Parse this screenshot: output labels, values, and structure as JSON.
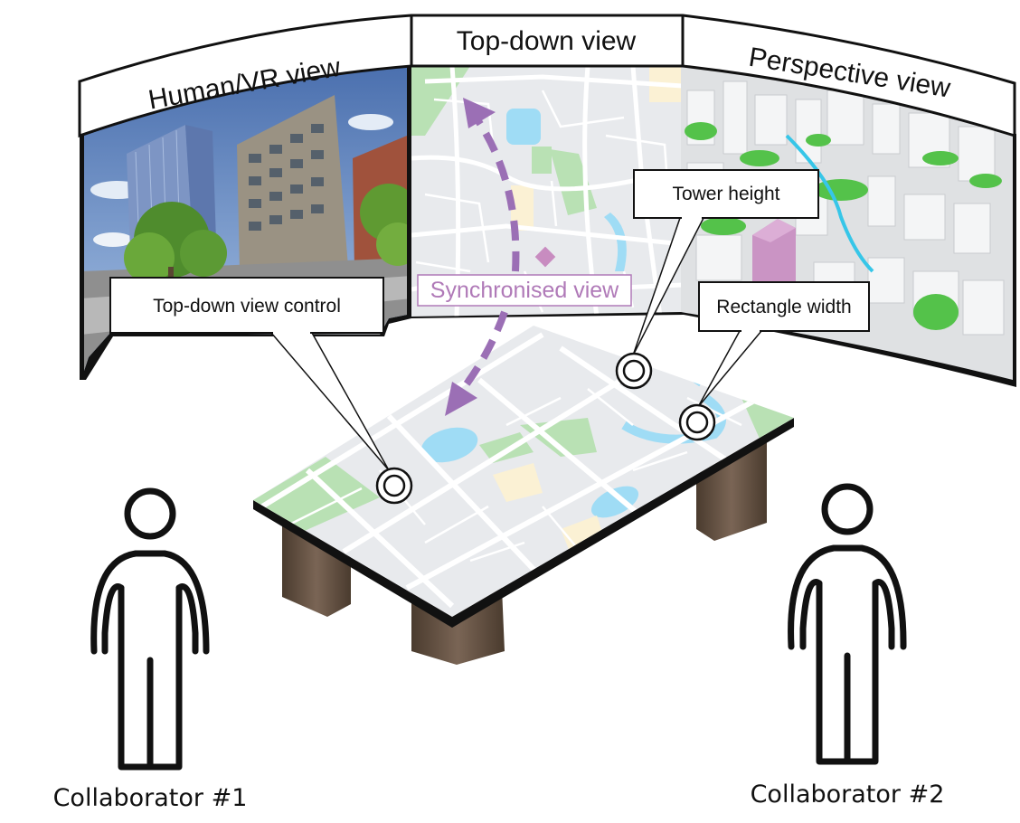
{
  "panels": {
    "human_vr": "Human/VR view",
    "top_down": "Top-down view",
    "perspective": "Perspective view"
  },
  "callouts": {
    "top_down_control": "Top-down view control",
    "tower_height": "Tower height",
    "rectangle_width": "Rectangle width"
  },
  "sync_label": "Synchronised view",
  "collaborators": {
    "one": "Collaborator #1",
    "two": "Collaborator #2"
  },
  "colors": {
    "map_base": "#e8eaed",
    "map_road": "#ffffff",
    "park": "#b9e1b4",
    "water": "#9fdcf5",
    "sync_arrow": "#9b6fb5",
    "tower": "#c88cc0"
  }
}
